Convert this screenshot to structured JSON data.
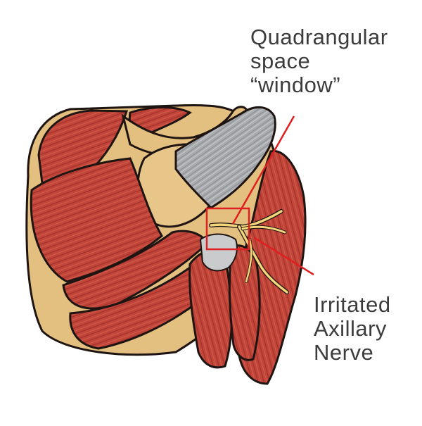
{
  "labels": {
    "window": [
      "Quadrangular",
      "space",
      "“window”"
    ],
    "nerve": [
      "Irritated",
      "Axillary",
      "Nerve"
    ]
  },
  "colors": {
    "muscle": "#c2453a",
    "muscle_dark": "#8f2a24",
    "muscle_light": "#d86a55",
    "bone": "#e3bf80",
    "bone_shadow": "#c99a57",
    "tendon": "#a9acaf",
    "tendon_light": "#d6d8da",
    "nerve": "#f3d57a",
    "outline": "#1e1412",
    "pointer": "#e02020"
  },
  "icons": [
    "shoulder-anatomy-illustration"
  ]
}
